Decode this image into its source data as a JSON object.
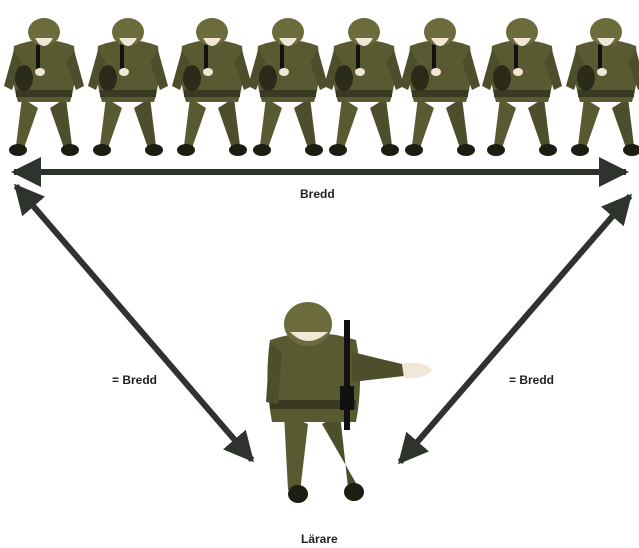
{
  "labels": {
    "width": "Bredd",
    "left_side": "= Bredd",
    "right_side": "= Bredd",
    "teacher": "Lärare"
  },
  "colors": {
    "uniform": "#5a5a32",
    "uniform_dark": "#3a3a22",
    "helmet": "#6b6b3c",
    "skin": "#f1e7d6",
    "arrow": "#2e332e",
    "rifle": "#111111",
    "boot": "#1d1d12"
  },
  "soldier_count": 8
}
